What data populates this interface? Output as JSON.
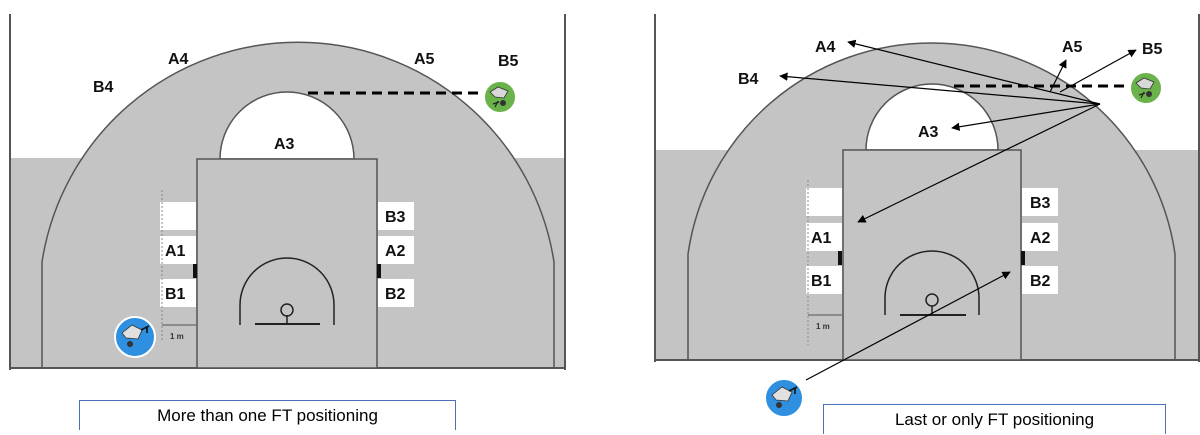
{
  "left_diagram": {
    "caption": "More than one FT positioning",
    "labels": {
      "A4": "A4",
      "A5": "A5",
      "B4": "B4",
      "B5": "B5",
      "A3": "A3",
      "B3": "B3",
      "A1": "A1",
      "A2": "A2",
      "B1": "B1",
      "B2": "B2"
    },
    "distance": "1 m"
  },
  "right_diagram": {
    "caption": "Last or only FT positioning",
    "labels": {
      "A4": "A4",
      "A5": "A5",
      "B4": "B4",
      "B5": "B5",
      "A3": "A3",
      "B3": "B3",
      "A1": "A1",
      "A2": "A2",
      "B1": "B1",
      "B2": "B2"
    },
    "distance": "1 m"
  },
  "colors": {
    "court_gray": "#c4c4c4",
    "referee_green": "#6ab34a",
    "referee_blue": "#2f8fe0",
    "caption_border": "#4a72b8"
  },
  "icons": [
    "referee-green-icon",
    "referee-blue-icon"
  ]
}
